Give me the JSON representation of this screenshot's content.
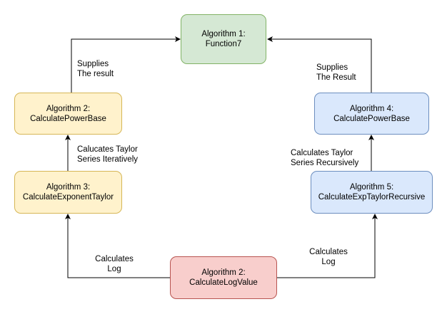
{
  "nodes": {
    "function7": {
      "line1": "Algorithm 1:",
      "line2": "Function7",
      "fill": "#d5e8d4",
      "stroke": "#82b366"
    },
    "power_base_left": {
      "line1": "Algorithm 2:",
      "line2": "CalculatePowerBase",
      "fill": "#fff2cc",
      "stroke": "#d6b656"
    },
    "exponent_taylor": {
      "line1": "Algorithm 3:",
      "line2": "CalculateExponentTaylor",
      "fill": "#fff2cc",
      "stroke": "#d6b656"
    },
    "power_base_right": {
      "line1": "Algorithm 4:",
      "line2": "CalculatePowerBase",
      "fill": "#dae8fc",
      "stroke": "#6c8ebf"
    },
    "exp_taylor_recursive": {
      "line1": "Algorithm 5:",
      "line2": "CalculateExpTaylorRecursive",
      "fill": "#dae8fc",
      "stroke": "#6c8ebf"
    },
    "log_value": {
      "line1": "Algorithm 2:",
      "line2": "CalculateLogValue",
      "fill": "#f8cecc",
      "stroke": "#b85450"
    }
  },
  "edge_labels": {
    "supplies_left": {
      "line1": "Supplies",
      "line2": "The result"
    },
    "supplies_right": {
      "line1": "Supplies",
      "line2": "The Result"
    },
    "iterative": {
      "line1": "Calucates Taylor",
      "line2": "Series Iteratively"
    },
    "recursive": {
      "line1": "Calculates Taylor",
      "line2": "Series Recursively"
    },
    "log_left": {
      "line1": "Calculates",
      "line2": "Log"
    },
    "log_right": {
      "line1": "Calculates",
      "line2": "Log"
    }
  },
  "edges": [
    {
      "from": "power_base_left",
      "to": "function7"
    },
    {
      "from": "power_base_right",
      "to": "function7"
    },
    {
      "from": "exponent_taylor",
      "to": "power_base_left"
    },
    {
      "from": "exp_taylor_recursive",
      "to": "power_base_right"
    },
    {
      "from": "log_value",
      "to": "exponent_taylor"
    },
    {
      "from": "log_value",
      "to": "exp_taylor_recursive"
    }
  ],
  "edge_color": "#000000"
}
